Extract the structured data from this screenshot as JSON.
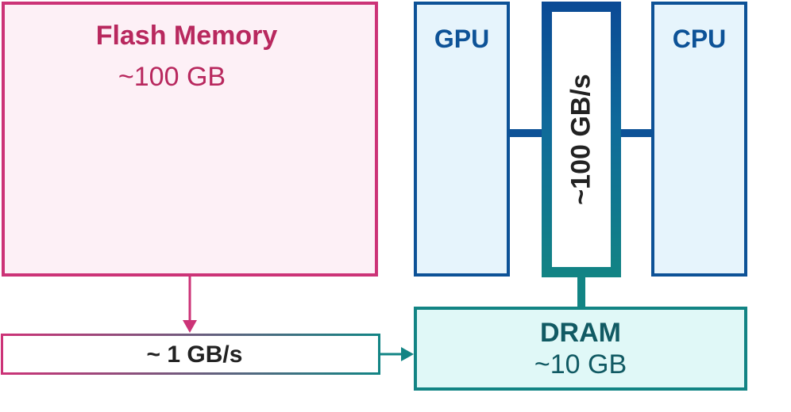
{
  "flash_memory": {
    "title": "Flash Memory",
    "size": "~100 GB"
  },
  "gpu": {
    "label": "GPU"
  },
  "cpu": {
    "label": "CPU"
  },
  "memory_bus": {
    "bandwidth": "~100 GB/s"
  },
  "dram": {
    "title": "DRAM",
    "size": "~10 GB"
  },
  "flash_link": {
    "bandwidth": "~ 1 GB/s"
  },
  "colors": {
    "flash_accent": "#cc3377",
    "processor_accent": "#0d5297",
    "dram_accent": "#128484"
  }
}
